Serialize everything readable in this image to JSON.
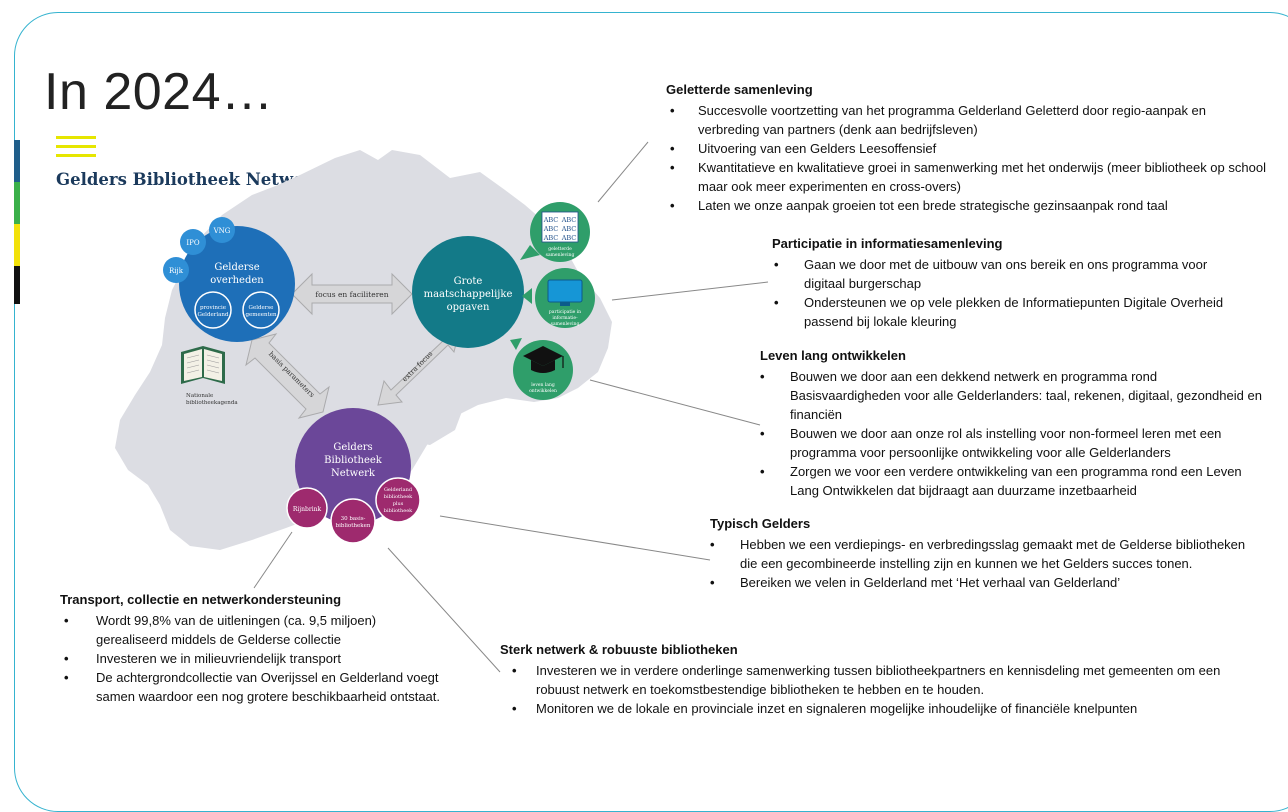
{
  "slide": {
    "title": "In 2024…",
    "logo_text": "Gelders Bibliotheek Netwerk",
    "accent_colors": {
      "frame": "#35b3cf",
      "logo_lines": "#e6e600",
      "bar": [
        "#1f5e8a",
        "#3bb04a",
        "#f2e10a",
        "#111111"
      ]
    }
  },
  "diagram": {
    "overheden": {
      "label_1": "Gelderse",
      "label_2": "overheden",
      "sub_left_1": "provincie",
      "sub_left_2": "Gelderland",
      "sub_right_1": "Gelderse",
      "sub_right_2": "gemeenten"
    },
    "partners": {
      "ipo": "IPO",
      "vng": "VNG",
      "rijk": "Rijk"
    },
    "opgaven": {
      "label_1": "Grote",
      "label_2": "maatschappelijke",
      "label_3": "opgaven"
    },
    "netwerk": {
      "label_1": "Gelders",
      "label_2": "Bibliotheek",
      "label_3": "Netwerk"
    },
    "netwerk_subs": {
      "rijnbrink": "Rijnbrink",
      "basis_1": "30 basis-",
      "basis_2": "bibliotheken",
      "plus_1": "Gelderland",
      "plus_2": "bibliotheek",
      "plus_3": "plus",
      "plus_4": "bibliotheek"
    },
    "themes": {
      "geletterd_1": "geletterde",
      "geletterd_2": "samenleving",
      "abc": "ABC",
      "participatie_1": "participatie in",
      "participatie_2": "informatie-",
      "participatie_3": "samenleving",
      "leven_1": "leven lang",
      "leven_2": "ontwikkelen"
    },
    "arrows": {
      "focus": "focus en faciliteren",
      "basis": "basis parameters",
      "extra": "extra focus"
    },
    "book": {
      "label_1": "Nationale",
      "label_2": "bibliotheekagenda"
    }
  },
  "sections": {
    "geletterd": {
      "heading": "Geletterde samenleving",
      "items": [
        "Succesvolle voortzetting van het programma Gelderland Geletterd door regio-aanpak en verbreding van partners (denk aan bedrijfsleven)",
        "Uitvoering van een Gelders Leesoffensief",
        "Kwantitatieve en kwalitatieve groei in samenwerking met het onderwijs (meer bibliotheek op school maar ook meer experimenten en cross-overs)",
        "Laten we onze aanpak groeien tot een brede strategische gezinsaanpak rond taal"
      ]
    },
    "participatie": {
      "heading": "Participatie in informatiesamenleving",
      "items": [
        "Gaan we door met de uitbouw van ons bereik en ons programma voor digitaal burgerschap",
        "Ondersteunen we op vele plekken de Informatiepunten Digitale Overheid passend bij lokale kleuring"
      ]
    },
    "leven": {
      "heading": "Leven lang ontwikkelen",
      "items": [
        "Bouwen we door aan een dekkend netwerk en programma rond Basisvaardigheden voor alle Gelderlanders: taal, rekenen, digitaal, gezondheid en financiën",
        "Bouwen we door aan onze rol als instelling voor non-formeel leren met een programma voor persoonlijke ontwikkeling voor alle Gelderlanders",
        "Zorgen we voor een verdere ontwikkeling van een programma rond een Leven Lang Ontwikkelen dat bijdraagt aan duurzame inzetbaarheid"
      ]
    },
    "typisch": {
      "heading": "Typisch Gelders",
      "items": [
        "Hebben we een verdiepings-  en verbredingsslag gemaakt met de Gelderse bibliotheken die een gecombineerde instelling zijn en kunnen we het Gelders succes tonen.",
        "Bereiken we velen in Gelderland met ‘Het verhaal van Gelderland’"
      ]
    },
    "transport": {
      "heading": "Transport, collectie en netwerkondersteuning",
      "items": [
        "Wordt 99,8% van de uitleningen (ca. 9,5 miljoen) gerealiseerd middels de Gelderse collectie",
        "Investeren we in milieuvriendelijk transport",
        "De achtergrondcollectie van Overijssel en Gelderland voegt samen waardoor een nog grotere beschikbaarheid ontstaat."
      ]
    },
    "sterk": {
      "heading": "Sterk netwerk & robuuste bibliotheken",
      "items": [
        "Investeren we in verdere onderlinge samenwerking tussen bibliotheekpartners en kennisdeling met gemeenten om een robuust netwerk en toekomstbestendige bibliotheken te hebben en te houden.",
        "Monitoren we de lokale en provinciale inzet en signaleren mogelijke inhoudelijke of financiële knelpunten"
      ]
    }
  }
}
